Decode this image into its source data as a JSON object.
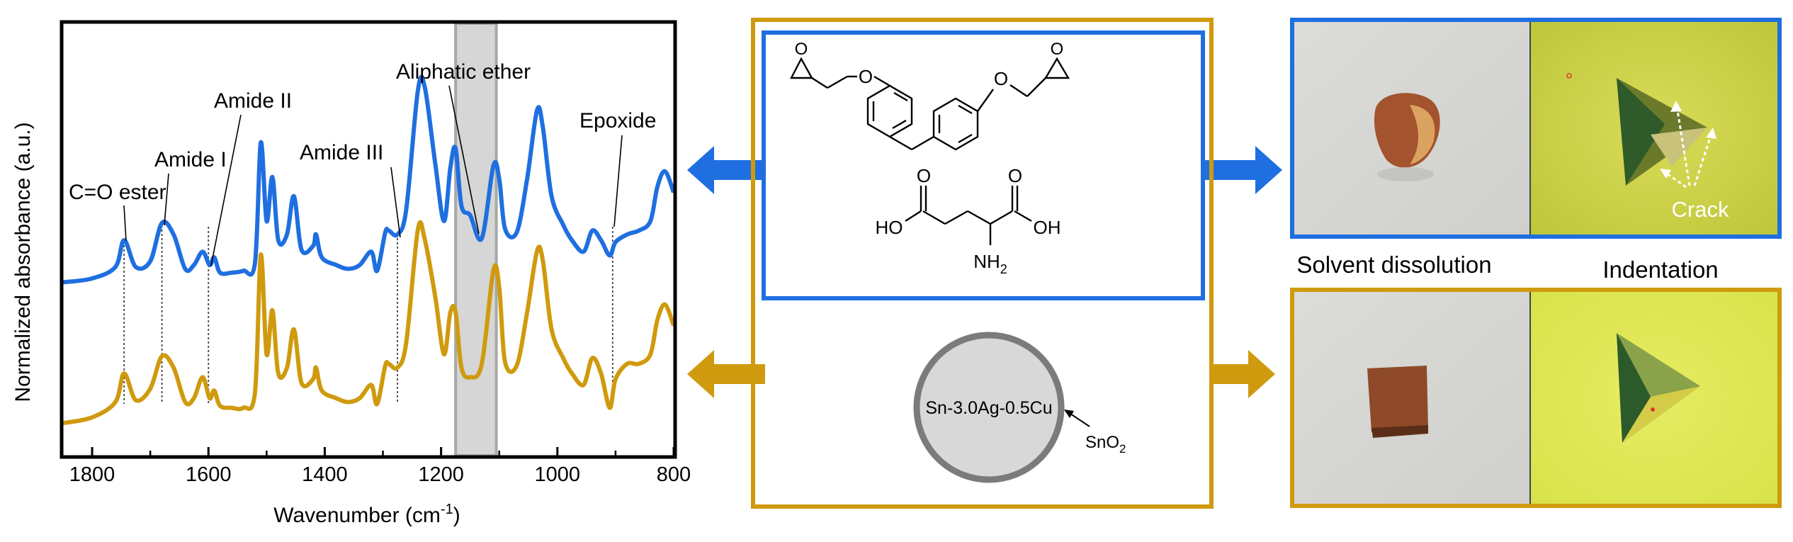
{
  "spectrum": {
    "ylabel": "Normalized absorbance (a.u.)",
    "xlabel": "Wavenumber (cm",
    "xlabel_sup": "-1",
    "xlabel_end": ")",
    "x_ticks": [
      "1800",
      "1600",
      "1400",
      "1200",
      "1000",
      "800"
    ],
    "annotations": {
      "ester": "C=O ester",
      "amide1": "Amide I",
      "amide2": "Amide II",
      "amide3": "Amide III",
      "ether": "Aliphatic ether",
      "epoxide": "Epoxide"
    },
    "colors": {
      "blue": "#1f6fe0",
      "gold": "#cf9a0e"
    }
  },
  "chart_data": {
    "type": "line",
    "xlabel": "Wavenumber (cm-1)",
    "ylabel": "Normalized absorbance (a.u.)",
    "xlim": [
      1850,
      800
    ],
    "x_reversed": true,
    "y_ticks_shown": false,
    "highlight_band": [
      1175,
      1105
    ],
    "reference_lines": [
      1745,
      1680,
      1600,
      1275,
      905
    ],
    "series": [
      {
        "color": "#1f6fe0",
        "points": [
          [
            1850,
            0.08
          ],
          [
            1800,
            0.1
          ],
          [
            1760,
            0.16
          ],
          [
            1745,
            0.3
          ],
          [
            1725,
            0.16
          ],
          [
            1700,
            0.19
          ],
          [
            1680,
            0.39
          ],
          [
            1660,
            0.33
          ],
          [
            1640,
            0.15
          ],
          [
            1625,
            0.17
          ],
          [
            1610,
            0.24
          ],
          [
            1598,
            0.17
          ],
          [
            1590,
            0.21
          ],
          [
            1580,
            0.13
          ],
          [
            1560,
            0.13
          ],
          [
            1540,
            0.14
          ],
          [
            1520,
            0.18
          ],
          [
            1510,
            0.81
          ],
          [
            1500,
            0.4
          ],
          [
            1490,
            0.63
          ],
          [
            1480,
            0.3
          ],
          [
            1465,
            0.33
          ],
          [
            1453,
            0.53
          ],
          [
            1440,
            0.25
          ],
          [
            1420,
            0.27
          ],
          [
            1415,
            0.33
          ],
          [
            1405,
            0.21
          ],
          [
            1380,
            0.17
          ],
          [
            1360,
            0.15
          ],
          [
            1340,
            0.17
          ],
          [
            1320,
            0.24
          ],
          [
            1310,
            0.14
          ],
          [
            1296,
            0.34
          ],
          [
            1290,
            0.35
          ],
          [
            1275,
            0.33
          ],
          [
            1260,
            0.46
          ],
          [
            1240,
            1.08
          ],
          [
            1228,
            1.1
          ],
          [
            1210,
            0.7
          ],
          [
            1195,
            0.4
          ],
          [
            1184,
            0.68
          ],
          [
            1175,
            0.78
          ],
          [
            1165,
            0.48
          ],
          [
            1150,
            0.43
          ],
          [
            1130,
            0.31
          ],
          [
            1110,
            0.69
          ],
          [
            1100,
            0.62
          ],
          [
            1090,
            0.36
          ],
          [
            1070,
            0.34
          ],
          [
            1052,
            0.62
          ],
          [
            1035,
            0.98
          ],
          [
            1025,
            0.89
          ],
          [
            1010,
            0.53
          ],
          [
            990,
            0.38
          ],
          [
            975,
            0.3
          ],
          [
            955,
            0.24
          ],
          [
            940,
            0.35
          ],
          [
            925,
            0.3
          ],
          [
            910,
            0.22
          ],
          [
            900,
            0.29
          ],
          [
            880,
            0.33
          ],
          [
            860,
            0.35
          ],
          [
            840,
            0.4
          ],
          [
            828,
            0.58
          ],
          [
            815,
            0.66
          ],
          [
            800,
            0.55
          ]
        ]
      },
      {
        "color": "#cf9a0e",
        "points": [
          [
            1850,
            0.04
          ],
          [
            1800,
            0.07
          ],
          [
            1760,
            0.15
          ],
          [
            1745,
            0.3
          ],
          [
            1725,
            0.16
          ],
          [
            1700,
            0.22
          ],
          [
            1680,
            0.39
          ],
          [
            1660,
            0.33
          ],
          [
            1640,
            0.15
          ],
          [
            1625,
            0.17
          ],
          [
            1610,
            0.28
          ],
          [
            1598,
            0.17
          ],
          [
            1590,
            0.21
          ],
          [
            1580,
            0.13
          ],
          [
            1560,
            0.12
          ],
          [
            1540,
            0.12
          ],
          [
            1520,
            0.2
          ],
          [
            1510,
            0.92
          ],
          [
            1500,
            0.4
          ],
          [
            1490,
            0.63
          ],
          [
            1480,
            0.3
          ],
          [
            1465,
            0.33
          ],
          [
            1453,
            0.53
          ],
          [
            1440,
            0.25
          ],
          [
            1420,
            0.27
          ],
          [
            1415,
            0.33
          ],
          [
            1405,
            0.21
          ],
          [
            1380,
            0.17
          ],
          [
            1360,
            0.15
          ],
          [
            1340,
            0.17
          ],
          [
            1320,
            0.24
          ],
          [
            1310,
            0.14
          ],
          [
            1296,
            0.34
          ],
          [
            1290,
            0.35
          ],
          [
            1275,
            0.33
          ],
          [
            1260,
            0.46
          ],
          [
            1240,
            1.05
          ],
          [
            1228,
            1.0
          ],
          [
            1210,
            0.7
          ],
          [
            1195,
            0.4
          ],
          [
            1184,
            0.62
          ],
          [
            1175,
            0.62
          ],
          [
            1165,
            0.33
          ],
          [
            1150,
            0.28
          ],
          [
            1130,
            0.35
          ],
          [
            1110,
            0.84
          ],
          [
            1100,
            0.75
          ],
          [
            1090,
            0.36
          ],
          [
            1070,
            0.34
          ],
          [
            1052,
            0.62
          ],
          [
            1035,
            0.94
          ],
          [
            1025,
            0.89
          ],
          [
            1010,
            0.53
          ],
          [
            990,
            0.38
          ],
          [
            975,
            0.3
          ],
          [
            955,
            0.24
          ],
          [
            940,
            0.38
          ],
          [
            925,
            0.3
          ],
          [
            910,
            0.12
          ],
          [
            900,
            0.27
          ],
          [
            880,
            0.35
          ],
          [
            860,
            0.35
          ],
          [
            840,
            0.4
          ],
          [
            828,
            0.58
          ],
          [
            815,
            0.66
          ],
          [
            800,
            0.55
          ]
        ]
      }
    ]
  },
  "molecules": {
    "hydroxyl_left": "HO",
    "hydroxyl_right": "OH",
    "amine": "NH",
    "amine_sub": "2"
  },
  "solder": {
    "label": "Sn-3.0Ag-0.5Cu",
    "oxide": "SnO",
    "oxide_sub": "2"
  },
  "photos": {
    "label_dissolution": "Solvent dissolution",
    "label_indentation": "Indentation",
    "crack": "Crack"
  }
}
